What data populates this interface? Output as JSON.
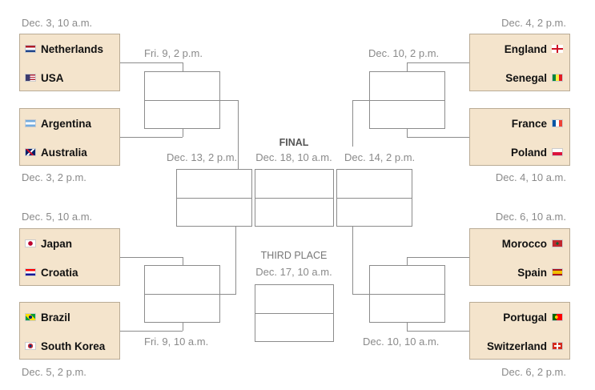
{
  "round_of_16_left": [
    {
      "date_label": "Dec. 3, 10 a.m.",
      "teams": [
        {
          "name": "Netherlands",
          "flag": "netherlands-flag-icon"
        },
        {
          "name": "USA",
          "flag": "usa-flag-icon"
        }
      ]
    },
    {
      "date_label": "Dec. 3, 2 p.m.",
      "teams": [
        {
          "name": "Argentina",
          "flag": "argentina-flag-icon"
        },
        {
          "name": "Australia",
          "flag": "australia-flag-icon"
        }
      ]
    },
    {
      "date_label": "Dec. 5, 10 a.m.",
      "teams": [
        {
          "name": "Japan",
          "flag": "japan-flag-icon"
        },
        {
          "name": "Croatia",
          "flag": "croatia-flag-icon"
        }
      ]
    },
    {
      "date_label": "Dec. 5, 2 p.m.",
      "teams": [
        {
          "name": "Brazil",
          "flag": "brazil-flag-icon"
        },
        {
          "name": "South Korea",
          "flag": "south-korea-flag-icon"
        }
      ]
    }
  ],
  "round_of_16_right": [
    {
      "date_label": "Dec. 4, 2 p.m.",
      "teams": [
        {
          "name": "England",
          "flag": "england-flag-icon"
        },
        {
          "name": "Senegal",
          "flag": "senegal-flag-icon"
        }
      ]
    },
    {
      "date_label": "Dec. 4, 10 a.m.",
      "teams": [
        {
          "name": "France",
          "flag": "france-flag-icon"
        },
        {
          "name": "Poland",
          "flag": "poland-flag-icon"
        }
      ]
    },
    {
      "date_label": "Dec. 6, 10 a.m.",
      "teams": [
        {
          "name": "Morocco",
          "flag": "morocco-flag-icon"
        },
        {
          "name": "Spain",
          "flag": "spain-flag-icon"
        }
      ]
    },
    {
      "date_label": "Dec. 6, 2 p.m.",
      "teams": [
        {
          "name": "Portugal",
          "flag": "portugal-flag-icon"
        },
        {
          "name": "Switzerland",
          "flag": "switzerland-flag-icon"
        }
      ]
    }
  ],
  "quarterfinals": {
    "left_top": "Fri. 9, 2 p.m.",
    "left_bottom": "Fri. 9, 10 a.m.",
    "right_top": "Dec. 10, 2 p.m.",
    "right_bottom": "Dec. 10, 10 a.m."
  },
  "semifinals": {
    "left": "Dec. 13, 2 p.m.",
    "right": "Dec. 14, 2 p.m."
  },
  "final": {
    "title": "FINAL",
    "date": "Dec. 18, 10 a.m."
  },
  "third_place": {
    "title": "THIRD PLACE",
    "date": "Dec. 17, 10 a.m."
  },
  "colors": {
    "team_box": "#f4e4cc",
    "border": "#8c8c8c",
    "date_text": "#8a8a8a"
  }
}
